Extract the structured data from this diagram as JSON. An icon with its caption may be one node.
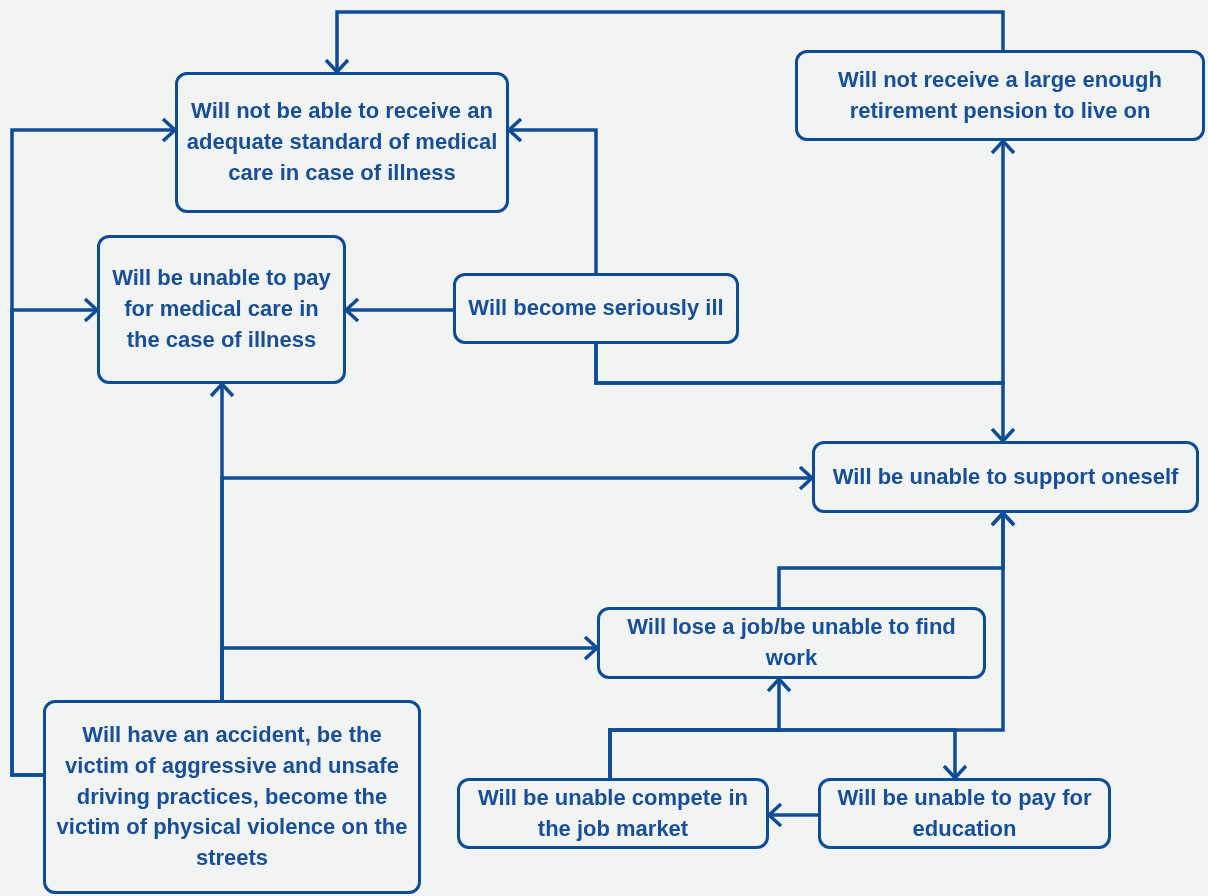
{
  "diagram": {
    "nodes": [
      {
        "text": [
          "Will not be able to receive an adequate standard of medical care in case of illness"
        ]
      },
      {
        "text": [
          "Will not receive a large enough retirement pension to live on"
        ]
      },
      {
        "text": [
          "Will be unable to pay for medical care in the case of illness"
        ]
      },
      {
        "text": [
          "Will become seriously ill"
        ]
      },
      {
        "text": [
          "Will be unable to support oneself"
        ]
      },
      {
        "text": [
          "Will lose a job/be unable to find work"
        ]
      },
      {
        "text": [
          "Will have an accident, be the victim of aggressive and unsafe driving practices, become the victim of physical violence on the streets"
        ]
      },
      {
        "text": [
          "Will be unable compete in the job market"
        ]
      },
      {
        "text": [
          "Will be unable to pay for education"
        ]
      }
    ],
    "edges": [
      {
        "from": 1,
        "to": 0,
        "arrow": "to"
      },
      {
        "from": 3,
        "to": 0,
        "arrow": "to"
      },
      {
        "from": 3,
        "to": 2,
        "arrow": "to"
      },
      {
        "from": 3,
        "to": 1,
        "arrow": "to"
      },
      {
        "from": 3,
        "to": 4,
        "arrow": "to"
      },
      {
        "from": 6,
        "to": 0,
        "arrow": "to"
      },
      {
        "from": 6,
        "to": 2,
        "arrow": "to"
      },
      {
        "from": 6,
        "to": 2,
        "arrow": "to"
      },
      {
        "from": 6,
        "to": 4,
        "arrow": "to"
      },
      {
        "from": 6,
        "to": 5,
        "arrow": "to"
      },
      {
        "from": 5,
        "to": 4,
        "arrow": "to"
      },
      {
        "from": 7,
        "to": 5,
        "arrow": "to"
      },
      {
        "from": 7,
        "to": 4,
        "arrow": "to"
      },
      {
        "from": 7,
        "to": 8,
        "arrow": "to"
      },
      {
        "from": 8,
        "to": 7,
        "arrow": "to"
      }
    ]
  }
}
